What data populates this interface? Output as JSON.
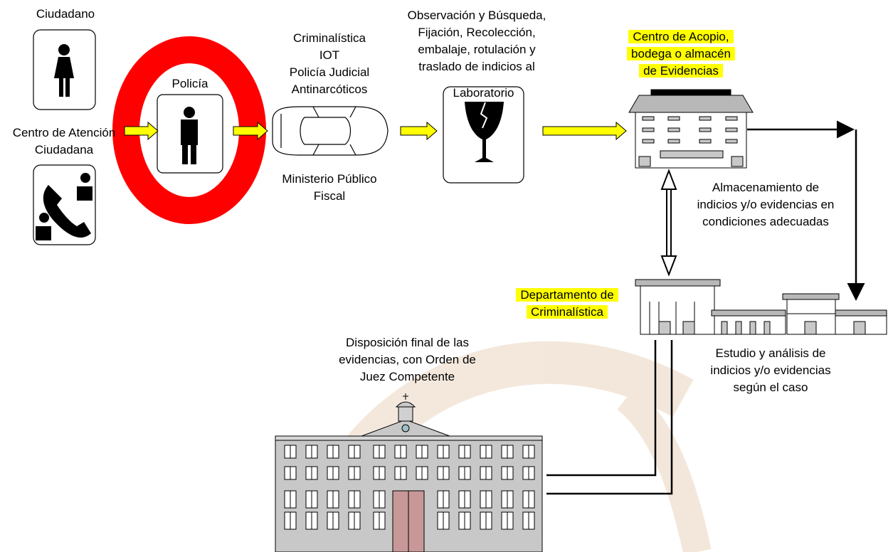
{
  "labels": {
    "ciudadano": "Ciudadano",
    "centro_atencion_1": "Centro de Atención",
    "centro_atencion_2": "Ciudadana",
    "policia": "Policía",
    "crim_1": "Criminalística",
    "crim_2": "IOT",
    "crim_3": "Policía Judicial",
    "crim_4": "Antinarcóticos",
    "ministerio_1": "Ministerio Público",
    "ministerio_2": "Fiscal",
    "obs_1": "Observación y Búsqueda,",
    "obs_2": "Fijación, Recolección,",
    "obs_3": "embalaje, rotulación y",
    "obs_4": "traslado de indicios al",
    "laboratorio": "Laboratorio",
    "acopio_1": "Centro de Acopio,",
    "acopio_2": "bodega o almacén",
    "acopio_3": "de  Evidencias",
    "almac_1": "Almacenamiento de",
    "almac_2": "indicios y/o evidencias en",
    "almac_3": "condiciones adecuadas",
    "depto_1": "Departamento de",
    "depto_2": "Criminalística",
    "estudio_1": "Estudio y análisis de",
    "estudio_2": "indicios y/o evidencias",
    "estudio_3": "según el caso",
    "disp_1": "Disposición final de las",
    "disp_2": "evidencias, con Orden de",
    "disp_3": "Juez Competente"
  },
  "colors": {
    "highlight": "#ffff00",
    "arrow_fill": "#ffff00",
    "police_ring": "#ff0000",
    "line": "#000000"
  }
}
